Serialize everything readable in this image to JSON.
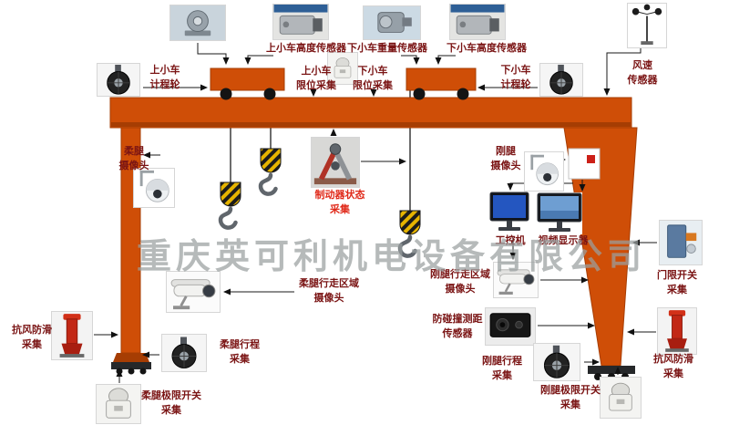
{
  "watermark": "重庆英可利机电设备有限公司",
  "colors": {
    "crane": "#cf4e07",
    "crane-dark": "#a63d03",
    "label": "#7a1414",
    "label-accent": "#e02a1a",
    "watermark": "#9aa0a0",
    "line": "#1a1a1a"
  },
  "labels": {
    "upper_height_sensor": [
      "上小车高度传感器"
    ],
    "lower_weight_sensor": [
      "下小车重量传感器"
    ],
    "lower_height_sensor": [
      "下小车高度传感器"
    ],
    "wind_sensor": [
      "风速",
      "传感器"
    ],
    "upper_odometer": [
      "上小车",
      "计程轮"
    ],
    "upper_limit": [
      "上小车",
      "限位采集"
    ],
    "lower_limit": [
      "下小车",
      "限位采集"
    ],
    "lower_odometer": [
      "下小车",
      "计程轮"
    ],
    "flex_camera": [
      "柔腿",
      "摄像头"
    ],
    "brake_status": [
      "制动器状态",
      "采集"
    ],
    "rigid_camera": [
      "刚腿",
      "摄像头"
    ],
    "ipc": [
      "工控机"
    ],
    "video_display": [
      "视频显示器"
    ],
    "door_limit": [
      "门限开关",
      "采集"
    ],
    "flex_area_camera": [
      "柔腿行走区域",
      "摄像头"
    ],
    "rigid_area_camera": [
      "刚腿行走区域",
      "摄像头"
    ],
    "anti_collision": [
      "防碰撞测距",
      "传感器"
    ],
    "anti_wind_left": [
      "抗风防滑",
      "采集"
    ],
    "flex_travel": [
      "柔腿行程",
      "采集"
    ],
    "rigid_travel": [
      "刚腿行程",
      "采集"
    ],
    "flex_limit_switch": [
      "柔腿极限开关",
      "采集"
    ],
    "rigid_limit_switch": [
      "刚腿极限开关",
      "采集"
    ],
    "anti_wind_right": [
      "抗风防滑",
      "采集"
    ]
  }
}
